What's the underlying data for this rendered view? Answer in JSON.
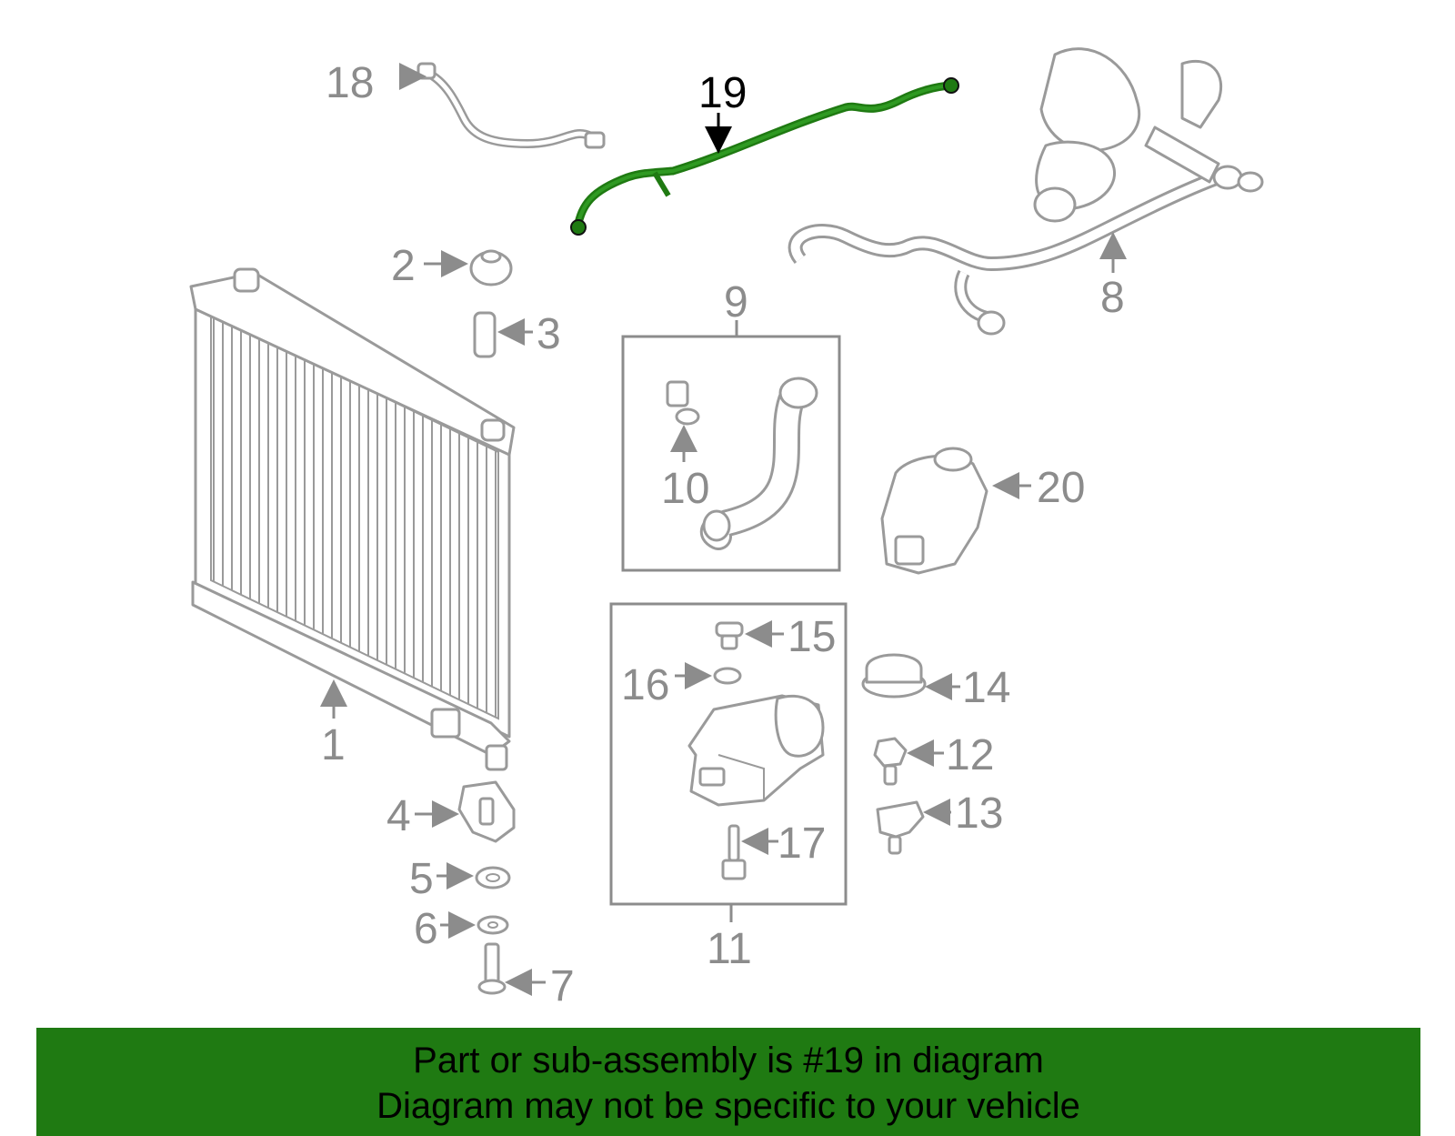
{
  "colors": {
    "highlight": "#1f7a12",
    "line_gray": "#9a9a9a",
    "label_gray": "#8c8c8c",
    "highlight_label": "#000000",
    "banner_bg": "#1f7a12"
  },
  "diagram": {
    "highlighted_callout": "19",
    "callouts": {
      "c1": "1",
      "c2": "2",
      "c3": "3",
      "c4": "4",
      "c5": "5",
      "c6": "6",
      "c7": "7",
      "c8": "8",
      "c9": "9",
      "c10": "10",
      "c11": "11",
      "c12": "12",
      "c13": "13",
      "c14": "14",
      "c15": "15",
      "c16": "16",
      "c17": "17",
      "c18": "18",
      "c19": "19",
      "c20": "20"
    }
  },
  "banner": {
    "line1": "Part or sub-assembly is #19 in diagram",
    "line2": "Diagram may not be specific to your vehicle"
  }
}
